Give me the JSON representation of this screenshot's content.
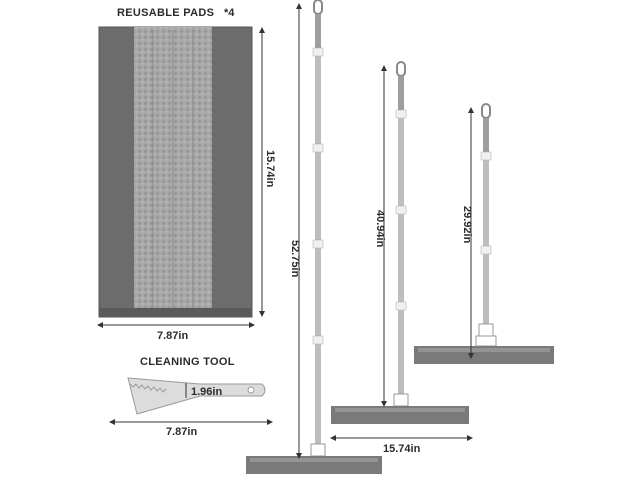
{
  "pads": {
    "heading": "REUSABLE PADS",
    "quantity": "*4",
    "height_label": "15.74in",
    "width_label": "7.87in"
  },
  "tool": {
    "heading": "CLEANING TOOL",
    "height_label": "1.96in",
    "width_label": "7.87in"
  },
  "mops": {
    "tall_height": "52.75in",
    "medium_height": "40.94in",
    "short_height": "29.92in",
    "head_width": "15.74in"
  },
  "colors": {
    "pad_dark": "#6e6e6e",
    "pad_mid": "#9a9a9a",
    "handle": "#bdbdbd",
    "mop_head": "#7a7a7a"
  }
}
